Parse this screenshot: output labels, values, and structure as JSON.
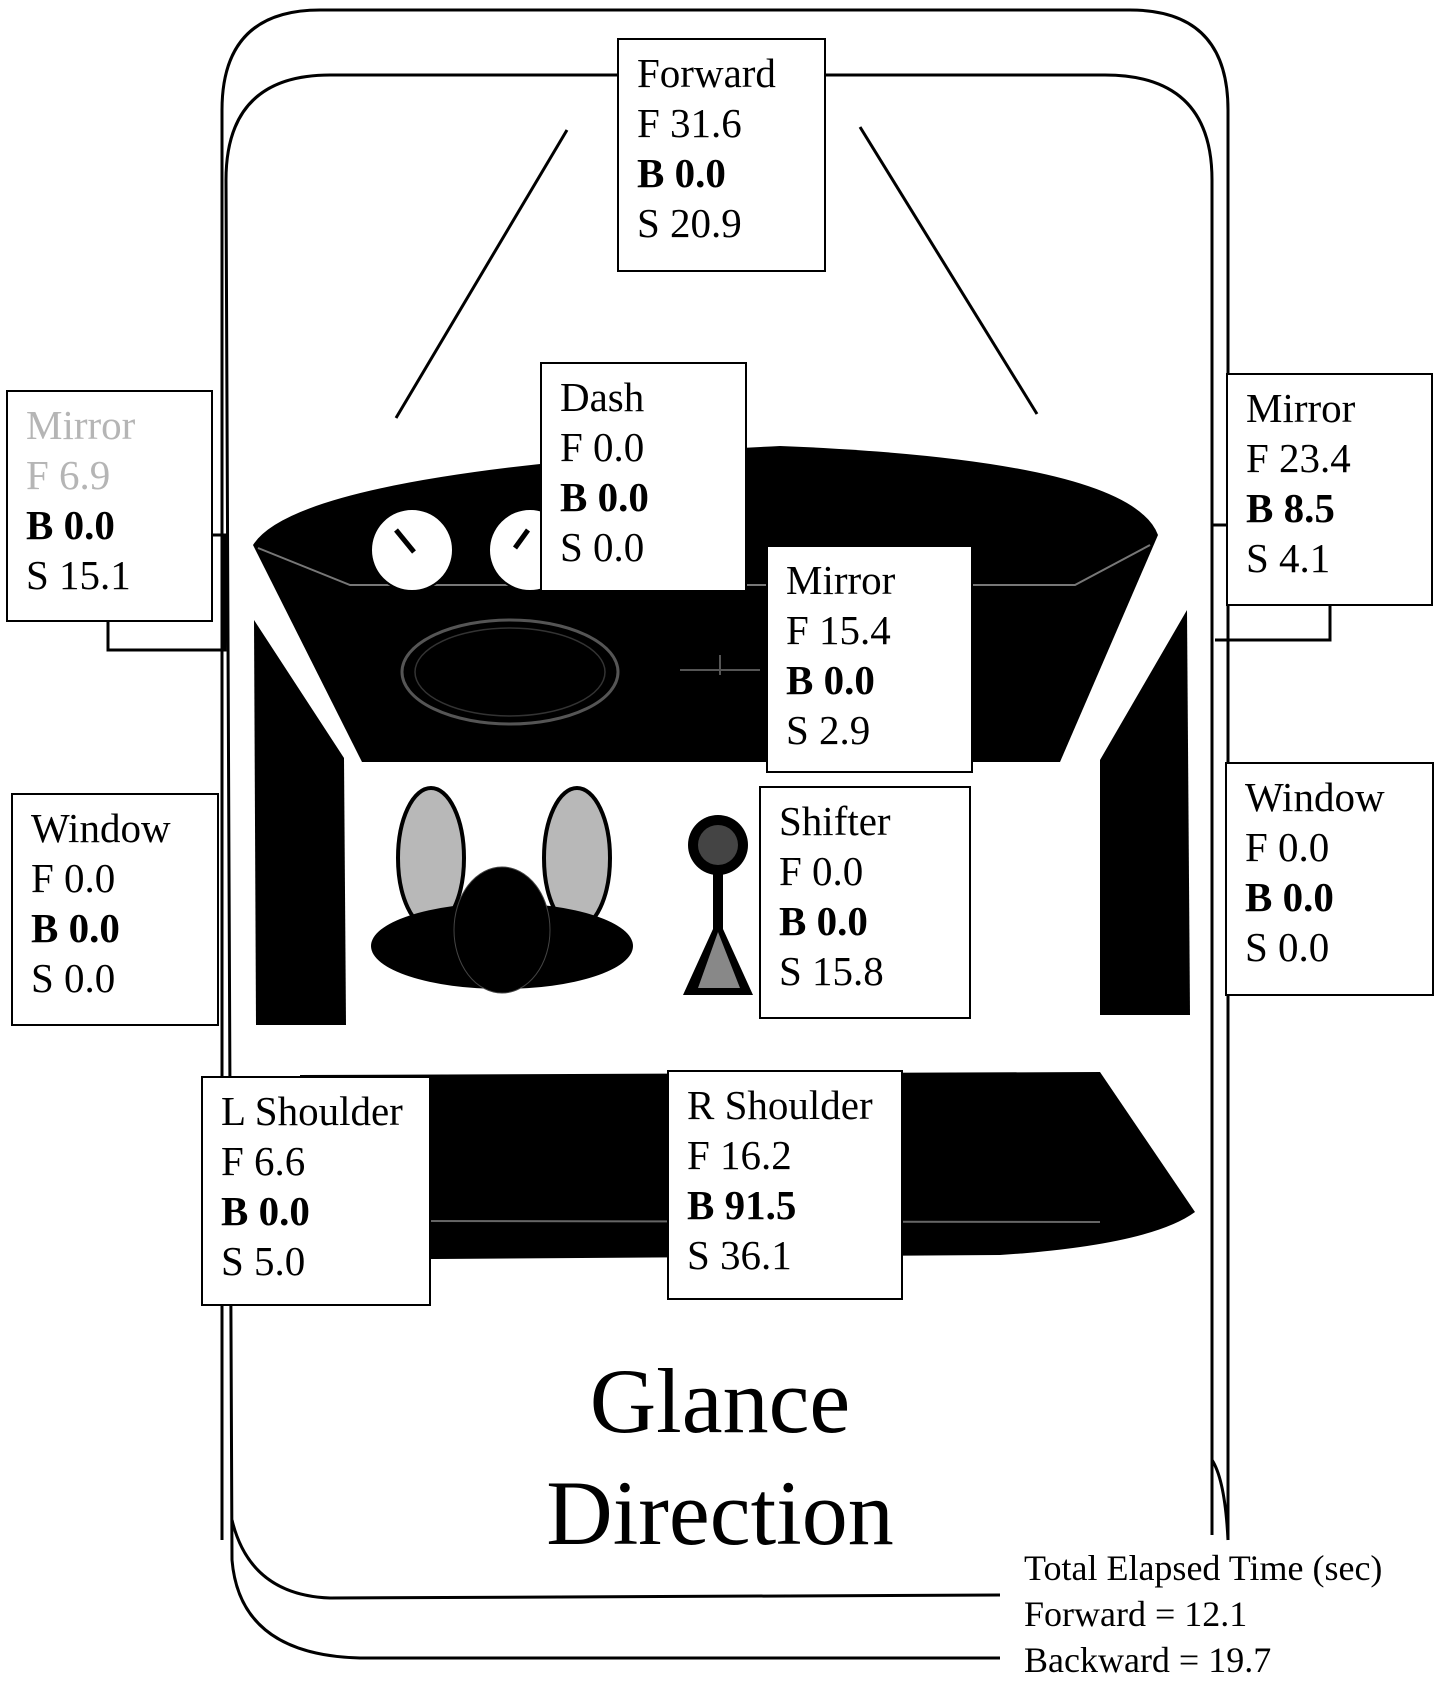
{
  "diagram": {
    "title_line1": "Glance",
    "title_line2": "Direction",
    "colors": {
      "ink": "#000000",
      "gray_fill": "#b8b8b8",
      "faded_text": "#b5b5b5"
    },
    "regions": {
      "forward": {
        "name": "Forward",
        "f": "F 31.6",
        "b": "B 0.0",
        "s": "S 20.9"
      },
      "dash": {
        "name": "Dash",
        "f": "F 0.0",
        "b": "B 0.0",
        "s": "S 0.0"
      },
      "left_mirror": {
        "name": "Mirror",
        "f": "F 6.9",
        "b": "B 0.0",
        "s": "S 15.1"
      },
      "center_mirror": {
        "name": "Mirror",
        "f": "F 15.4",
        "b": "B 0.0",
        "s": "S 2.9"
      },
      "right_mirror": {
        "name": "Mirror",
        "f": "F 23.4",
        "b": "B 8.5",
        "s": "S 4.1"
      },
      "left_window": {
        "name": "Window",
        "f": "F 0.0",
        "b": "B 0.0",
        "s": "S 0.0"
      },
      "right_window": {
        "name": "Window",
        "f": "F 0.0",
        "b": "B 0.0",
        "s": "S 0.0"
      },
      "shifter": {
        "name": "Shifter",
        "f": "F 0.0",
        "b": "B 0.0",
        "s": "S 15.8"
      },
      "l_shoulder": {
        "name": "L Shoulder",
        "f": "F 6.6",
        "b": "B 0.0",
        "s": "S 5.0"
      },
      "r_shoulder": {
        "name": "R Shoulder",
        "f": "F 16.2",
        "b": "B 91.5",
        "s": "S 36.1"
      }
    },
    "totals": {
      "heading": "Total Elapsed Time (sec)",
      "forward": "Forward = 12.1",
      "backward": "Backward = 19.7"
    }
  }
}
